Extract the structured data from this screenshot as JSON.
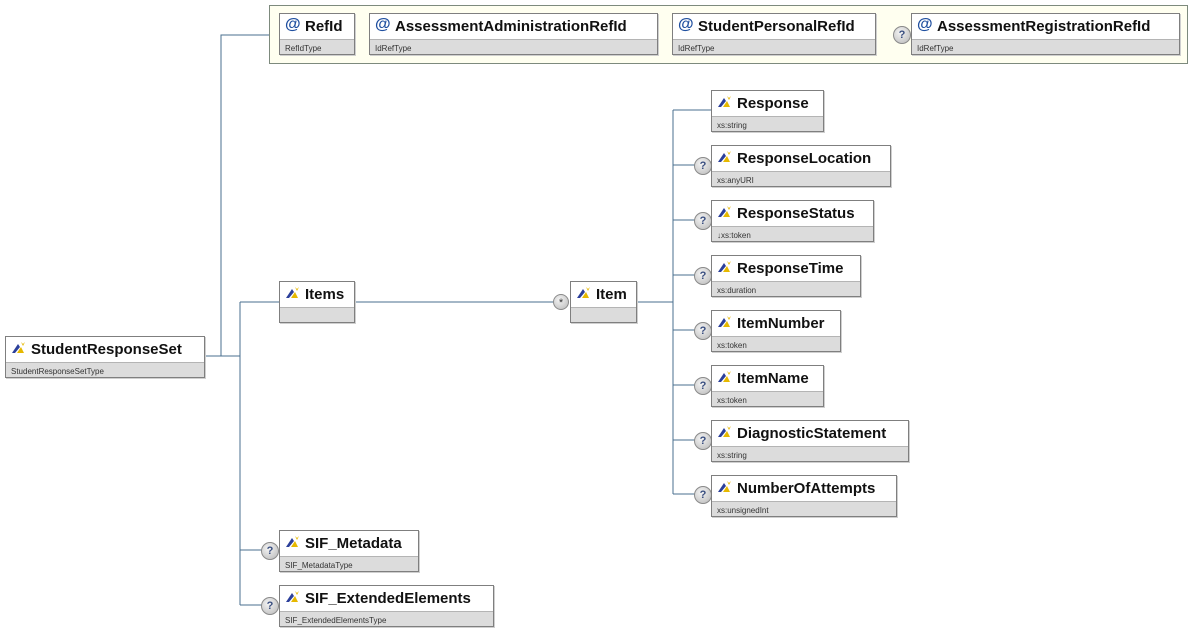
{
  "root": {
    "name": "StudentResponseSet",
    "type": "StudentResponseSetType"
  },
  "attributes": [
    {
      "name": "RefId",
      "type": "RefIdType",
      "optional": false,
      "icon": "at-icon"
    },
    {
      "name": "AssessmentAdministrationRefId",
      "type": "IdRefType",
      "optional": false,
      "icon": "at-icon"
    },
    {
      "name": "StudentPersonalRefId",
      "type": "IdRefType",
      "optional": false,
      "icon": "at-icon"
    },
    {
      "name": "AssessmentRegistrationRefId",
      "type": "IdRefType",
      "optional": true,
      "icon": "at-icon"
    }
  ],
  "children": {
    "items": {
      "name": "Items",
      "type": ""
    },
    "sif_metadata": {
      "name": "SIF_Metadata",
      "type": "SIF_MetadataType",
      "optional": true
    },
    "sif_extended": {
      "name": "SIF_ExtendedElements",
      "type": "SIF_ExtendedElementsType",
      "optional": true
    }
  },
  "item": {
    "name": "Item",
    "type": "",
    "multiplicity": "*"
  },
  "item_children": [
    {
      "name": "Response",
      "type": "xs:string",
      "optional": false
    },
    {
      "name": "ResponseLocation",
      "type": "xs:anyURI",
      "optional": true
    },
    {
      "name": "ResponseStatus",
      "type": "↓xs:token",
      "optional": true
    },
    {
      "name": "ResponseTime",
      "type": "xs:duration",
      "optional": true
    },
    {
      "name": "ItemNumber",
      "type": "xs:token",
      "optional": true
    },
    {
      "name": "ItemName",
      "type": "xs:token",
      "optional": true
    },
    {
      "name": "DiagnosticStatement",
      "type": "xs:string",
      "optional": true
    },
    {
      "name": "NumberOfAttempts",
      "type": "xs:unsignedInt",
      "optional": true
    }
  ],
  "icons": {
    "optional": "?",
    "attribute": "@",
    "many": "*"
  },
  "colors": {
    "line": "#4a6f8f",
    "attr_group_bg": "#fffff0",
    "type_bar": "#dcdcdc"
  }
}
